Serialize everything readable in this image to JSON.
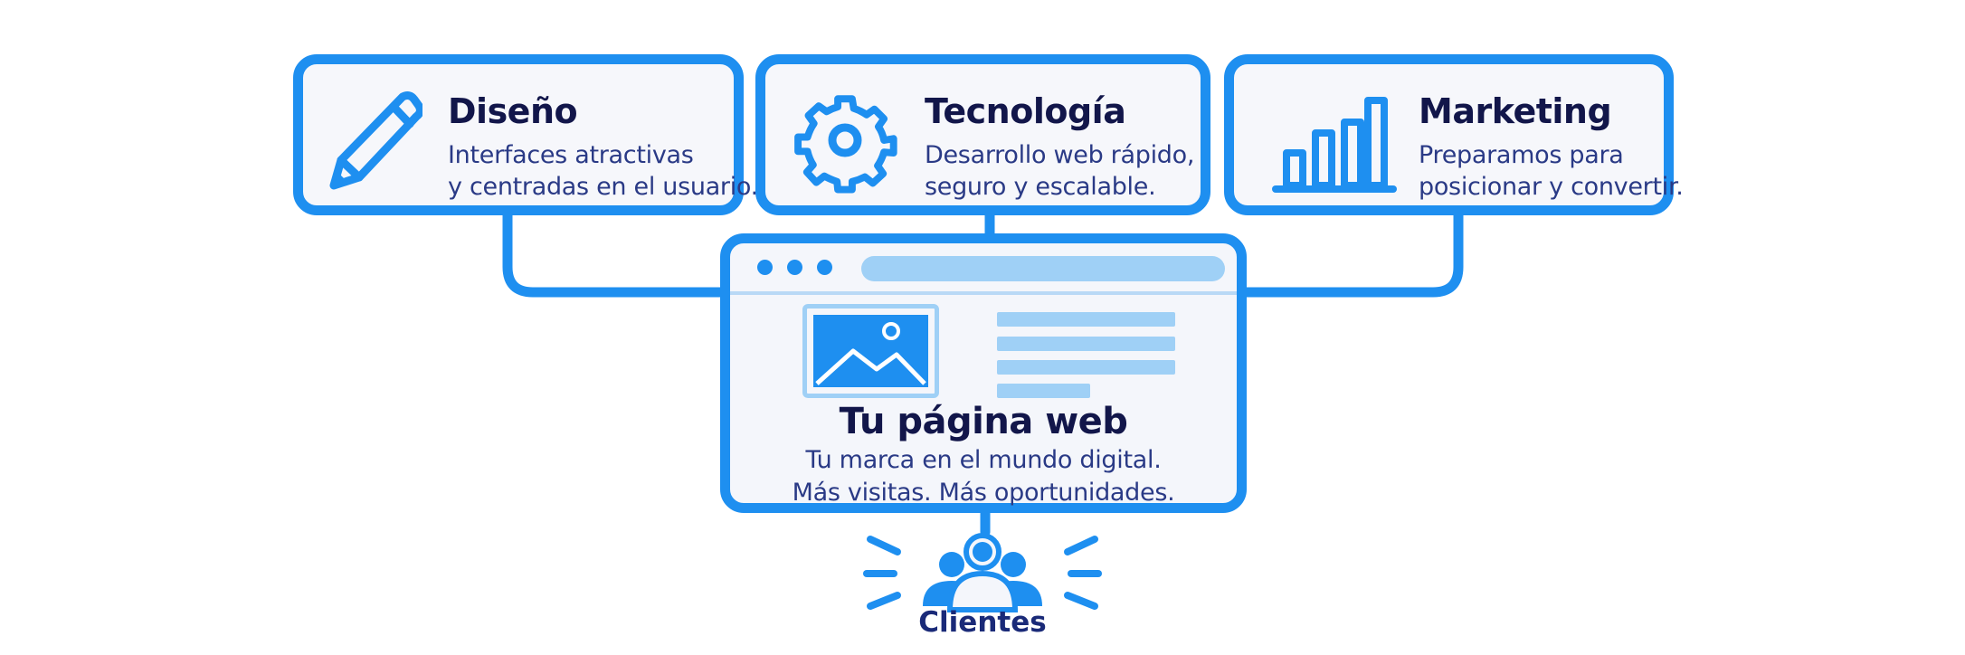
{
  "colors": {
    "accent": "#1e8ff0",
    "accent_light": "#9fd0f6",
    "title_text": "#12164a",
    "body_text": "#2a3a86",
    "box_fill": "#f6f7fb"
  },
  "cards": [
    {
      "icon": "pencil-icon",
      "title": "Diseño",
      "lines": [
        "Interfaces atractivas",
        "y centradas en el usuario."
      ]
    },
    {
      "icon": "gear-icon",
      "title": "Tecnología",
      "lines": [
        "Desarrollo web rápido,",
        "seguro y escalable."
      ]
    },
    {
      "icon": "bar-chart-icon",
      "title": "Marketing",
      "lines": [
        "Preparamos para",
        "posicionar y convertir."
      ]
    }
  ],
  "website": {
    "icon": "browser-window-icon",
    "title": "Tu página web",
    "subtitle_lines": [
      "Tu marca en el mundo digital.",
      "Más visitas. Más oportunidades."
    ]
  },
  "audience": {
    "icon": "users-group-icon",
    "label": "Clientes"
  }
}
